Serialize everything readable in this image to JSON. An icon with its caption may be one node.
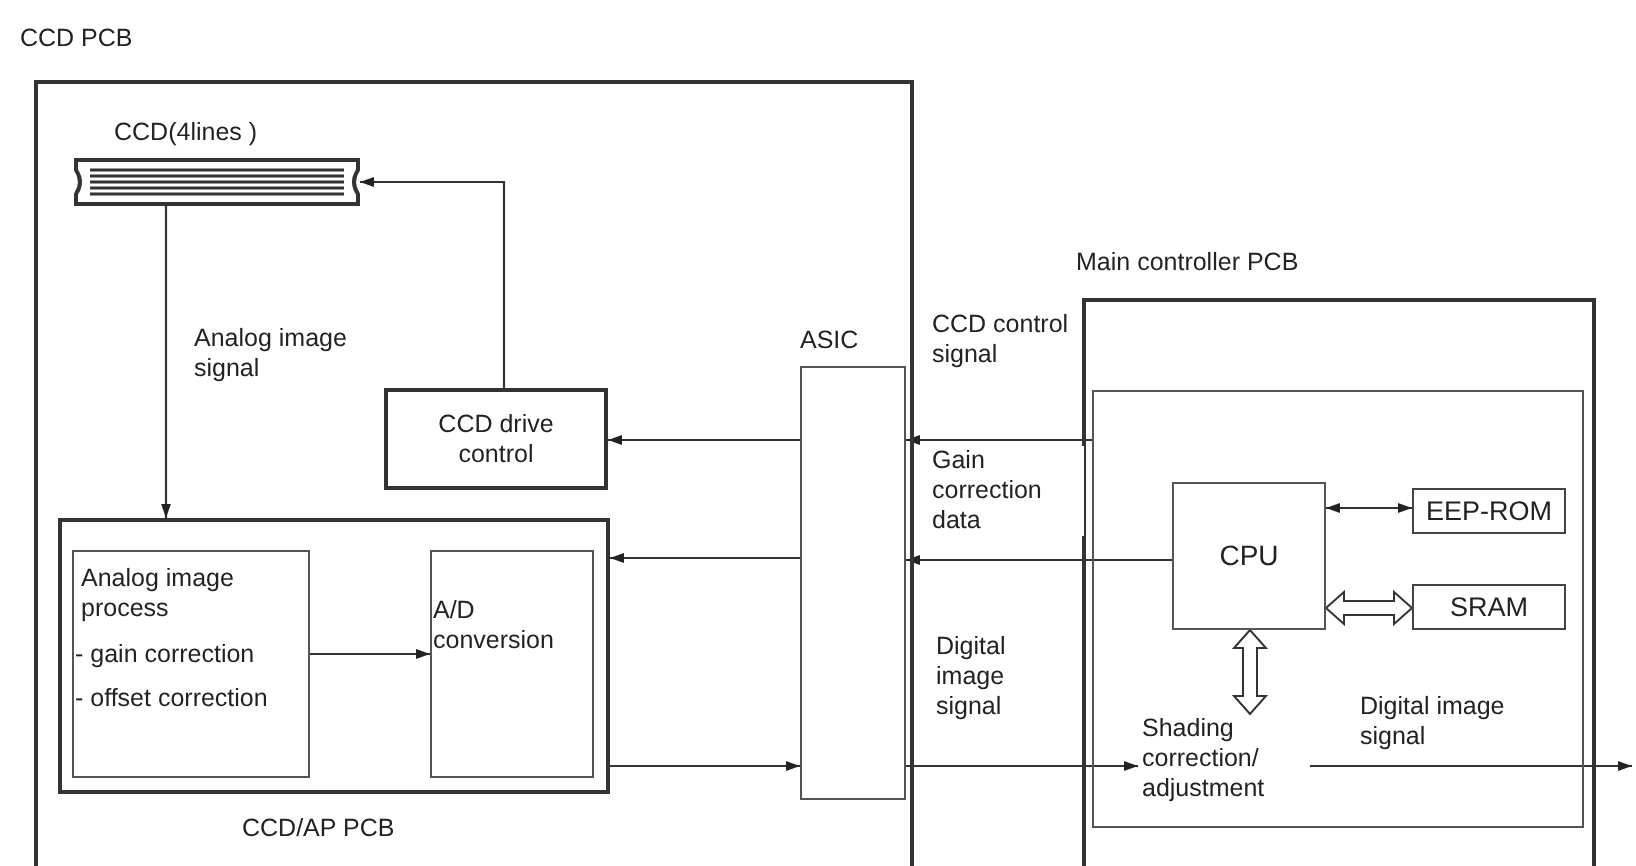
{
  "diagram": {
    "nodes": [
      {
        "text": [
          "CCD PCB"
        ]
      },
      {
        "text": [
          "CCD(4lines )"
        ],
        "in": 0
      },
      {
        "text": [
          "CCD drive control"
        ],
        "in": 0
      },
      {
        "text": [
          "CCD/AP PCB"
        ],
        "in": 0
      },
      {
        "text": [
          "Analog image process",
          "- gain correction",
          "- offset correction"
        ],
        "in": 3
      },
      {
        "text": [
          "A/D conversion"
        ],
        "in": 3
      },
      {
        "text": [
          "ASIC"
        ],
        "in": 0
      },
      {
        "text": [
          "Main controller PCB"
        ]
      },
      {
        "text": [],
        "shape": "box",
        "in": 7
      },
      {
        "text": [
          "CPU"
        ],
        "in": 8
      },
      {
        "text": [
          "EEP-ROM"
        ],
        "in": 8
      },
      {
        "text": [
          "SRAM"
        ],
        "in": 8
      },
      {
        "text": [
          "Shading correction/ adjustment"
        ],
        "in": 8
      }
    ],
    "edges": [
      {
        "from": 2,
        "to": 1,
        "arrow": "to"
      },
      {
        "from": 1,
        "to": 3,
        "arrow": "to",
        "label": "Analog image signal"
      },
      {
        "from": 6,
        "to": 2,
        "arrow": "to"
      },
      {
        "from": 6,
        "to": 3,
        "arrow": "to"
      },
      {
        "from": 4,
        "to": 5,
        "arrow": "to"
      },
      {
        "from": 3,
        "to": 6,
        "arrow": "to"
      },
      {
        "from": 8,
        "to": 6,
        "arrow": "to",
        "label": "CCD control signal"
      },
      {
        "from": 9,
        "to": 6,
        "arrow": "to",
        "label": "Gain correction data"
      },
      {
        "from": 6,
        "to": 12,
        "arrow": "to",
        "label": "Digital image signal"
      },
      {
        "from": 9,
        "to": 10,
        "arrow": "both"
      },
      {
        "from": 9,
        "to": 11,
        "arrow": "both",
        "style": "thick"
      },
      {
        "from": 9,
        "to": 12,
        "arrow": "both",
        "style": "thick"
      },
      {
        "from": 12,
        "to": null,
        "arrow": "to",
        "label": "Digital image signal"
      }
    ]
  }
}
